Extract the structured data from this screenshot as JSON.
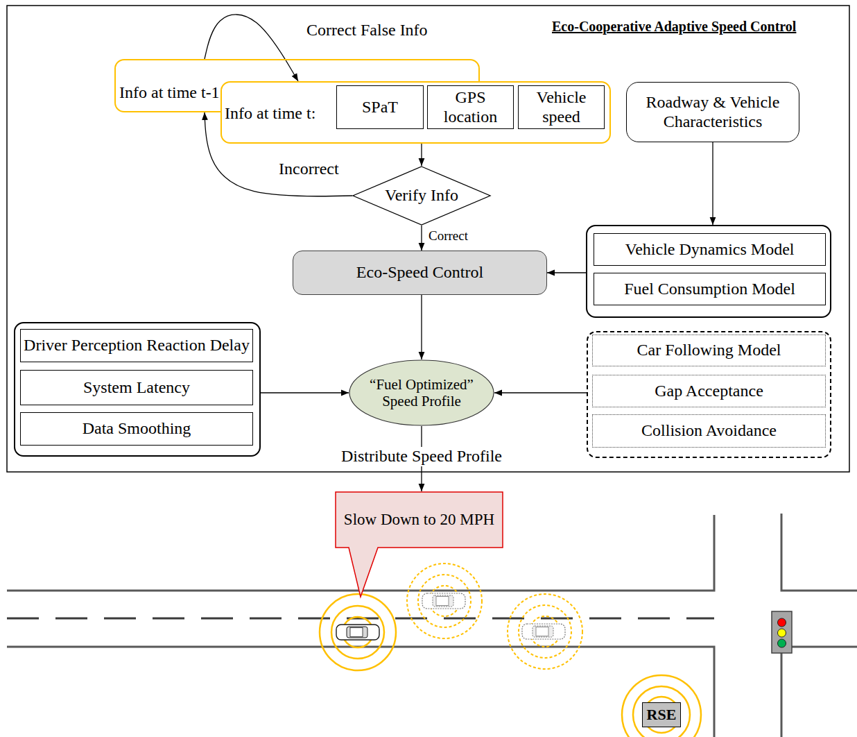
{
  "diagram": {
    "title": "Eco-Cooperative Adaptive Speed Control",
    "nodes": [
      {
        "text": [
          "Info at time t-1"
        ]
      },
      {
        "text": [
          "Info at time t:"
        ]
      },
      {
        "text": [
          "SPaT"
        ],
        "in": 1
      },
      {
        "text": [
          "GPS location"
        ],
        "in": 1
      },
      {
        "text": [
          "Vehicle speed"
        ],
        "in": 1
      },
      {
        "text": [
          "Verify Info"
        ]
      },
      {
        "text": [
          "Roadway & Vehicle Characteristics"
        ]
      },
      {
        "text": []
      },
      {
        "text": [
          "Vehicle Dynamics Model"
        ],
        "in": 7
      },
      {
        "text": [
          "Fuel Consumption Model"
        ],
        "in": 7
      },
      {
        "text": [
          "Eco-Speed Control"
        ]
      },
      {
        "text": []
      },
      {
        "text": [
          "Driver Perception Reaction Delay"
        ],
        "in": 11
      },
      {
        "text": [
          "System Latency"
        ],
        "in": 11
      },
      {
        "text": [
          "Data Smoothing"
        ],
        "in": 11
      },
      {
        "text": [
          "“Fuel Optimized” Speed Profile"
        ]
      },
      {
        "text": []
      },
      {
        "text": [
          "Car Following Model"
        ],
        "in": 16
      },
      {
        "text": [
          "Gap Acceptance"
        ],
        "in": 16
      },
      {
        "text": [
          "Collision Avoidance"
        ],
        "in": 16
      },
      {
        "text": [
          "Slow Down to 20 MPH"
        ]
      },
      {
        "text": [
          "RSE"
        ]
      }
    ],
    "edges": [
      {
        "from": 0,
        "to": 1,
        "arrow": "to",
        "label": "Correct False Info"
      },
      {
        "from": 1,
        "to": 5,
        "arrow": "to"
      },
      {
        "from": 5,
        "to": 0,
        "arrow": "to",
        "label": "Incorrect"
      },
      {
        "from": 5,
        "to": 10,
        "arrow": "to",
        "label": "Correct"
      },
      {
        "from": 6,
        "to": 7,
        "arrow": "to"
      },
      {
        "from": 7,
        "to": 10,
        "arrow": "to"
      },
      {
        "from": 10,
        "to": 15,
        "arrow": "to"
      },
      {
        "from": 11,
        "to": 15,
        "arrow": "to"
      },
      {
        "from": 16,
        "to": 15,
        "arrow": "to"
      },
      {
        "from": 15,
        "to": 20,
        "arrow": "to",
        "label": "Distribute Speed Profile"
      }
    ]
  }
}
